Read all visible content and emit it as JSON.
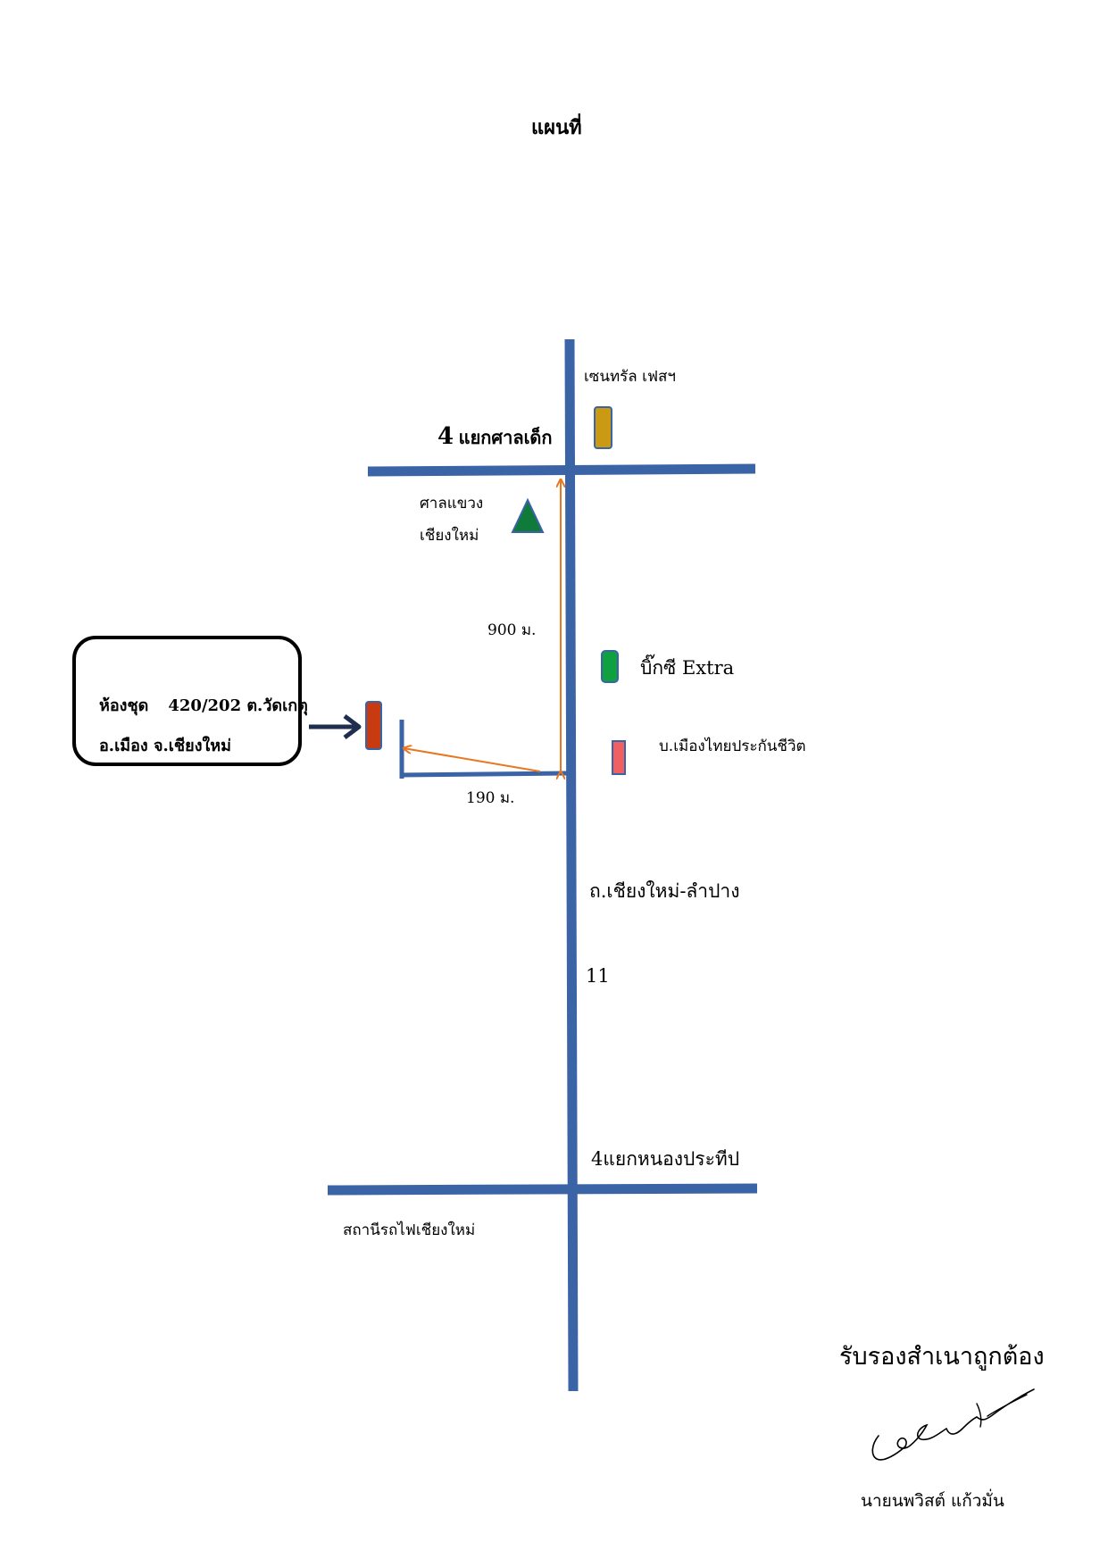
{
  "title": "แผนที่",
  "colors": {
    "road": "#3B64A6",
    "measure": "#E87722",
    "central_marker": "#C99A12",
    "court_marker": "#0F7A3A",
    "bigc_marker": "#10A040",
    "insurance_marker": "#F06060",
    "target_marker": "#C83A10",
    "arrow": "#1F2E4F"
  },
  "labels": {
    "central_festival": "เซนทรัล เฟสฯ",
    "intersection_north_num": "4",
    "intersection_north": "แยกศาลเด็ก",
    "court_line1": "ศาลแขวง",
    "court_line2": "เชียงใหม่",
    "distance_900": "900 ม.",
    "distance_190": "190 ม.",
    "bigc": "บิ๊กซี Extra",
    "insurance": "บ.เมืองไทยประกันชีวิต",
    "road_name": "ถ.เชียงใหม่-ลำปาง",
    "road_number": "11",
    "intersection_south": "4แยกหนองประทีป",
    "train_station": "สถานีรถไฟเชียงใหม่"
  },
  "property_box": {
    "unit_label": "ห้องชุด",
    "address_line1": "420/202 ต.วัดเกตุ",
    "address_line2": "อ.เมือง จ.เชียงใหม่"
  },
  "certification": {
    "text": "รับรองสำเนาถูกต้อง",
    "signer": "นายนพวิสต์  แก้วมั่น"
  }
}
